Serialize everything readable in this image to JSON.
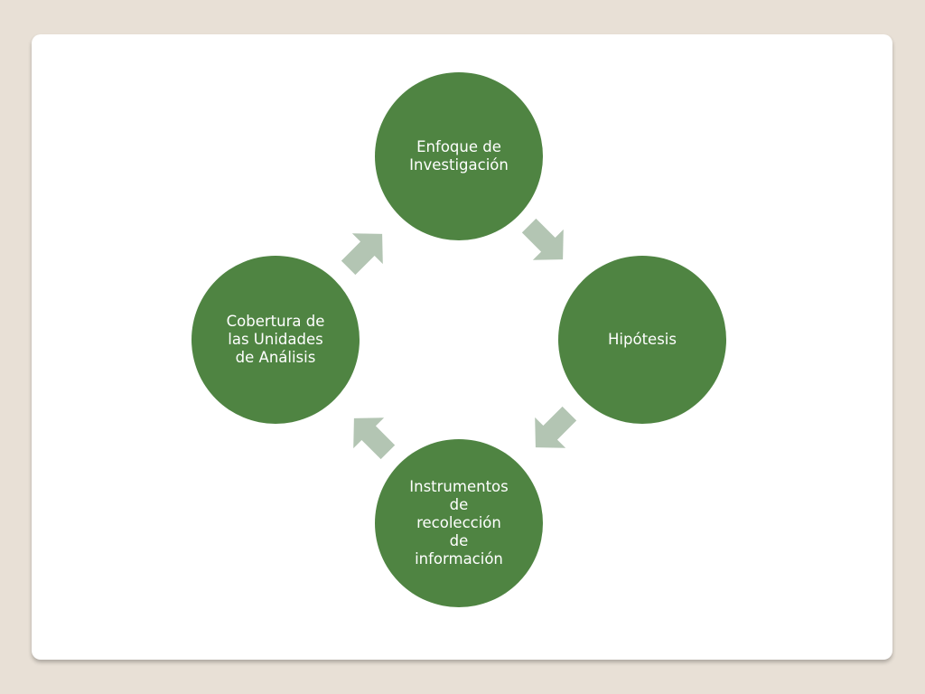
{
  "colors": {
    "page_background": "#e8e0d6",
    "slide_background": "#ffffff",
    "node_fill": "#4f8442",
    "arrow_fill": "#b3c5b3",
    "node_text": "#ffffff"
  },
  "diagram": {
    "type": "cycle",
    "nodes": [
      {
        "id": "top",
        "label": "Enfoque de\nInvestigación"
      },
      {
        "id": "right",
        "label": "Hipótesis"
      },
      {
        "id": "bottom",
        "label": "Instrumentos\nde\nrecolección\nde\ninformación"
      },
      {
        "id": "left",
        "label": "Cobertura de\nlas Unidades\nde Análisis"
      }
    ],
    "edges": [
      {
        "from": "top",
        "to": "right"
      },
      {
        "from": "right",
        "to": "bottom"
      },
      {
        "from": "bottom",
        "to": "left"
      },
      {
        "from": "left",
        "to": "top"
      }
    ]
  }
}
